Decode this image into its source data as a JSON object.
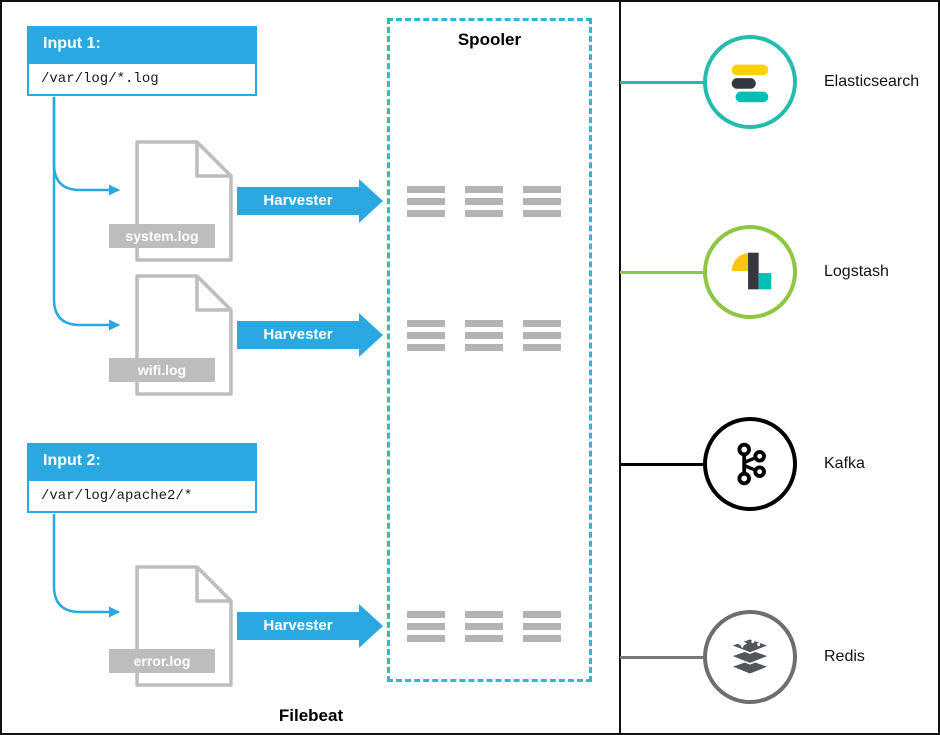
{
  "filebeat": {
    "label": "Filebeat"
  },
  "spooler": {
    "label": "Spooler"
  },
  "inputs": [
    {
      "title": "Input 1:",
      "path": "/var/log/*.log"
    },
    {
      "title": "Input 2:",
      "path": "/var/log/apache2/*"
    }
  ],
  "files": [
    {
      "name": "system.log"
    },
    {
      "name": "wifi.log"
    },
    {
      "name": "error.log"
    }
  ],
  "harvester": {
    "label": "Harvester"
  },
  "outputs": [
    {
      "name": "Elasticsearch",
      "ring_color": "#25BCAE"
    },
    {
      "name": "Logstash",
      "ring_color": "#8DC63F"
    },
    {
      "name": "Kafka",
      "ring_color": "#000000"
    },
    {
      "name": "Redis",
      "ring_color": "#6D6E71"
    }
  ],
  "colors": {
    "input_blue": "#29A9E0",
    "spooler_border": "#2CB9CE",
    "event_bar_gray": "#B3B3B3",
    "file_gray": "#BDBDBD",
    "elastic_yellow": "#FED10A",
    "elastic_dark": "#343741",
    "elastic_teal": "#00BFB3",
    "logstash_yellow": "#FEC514"
  }
}
